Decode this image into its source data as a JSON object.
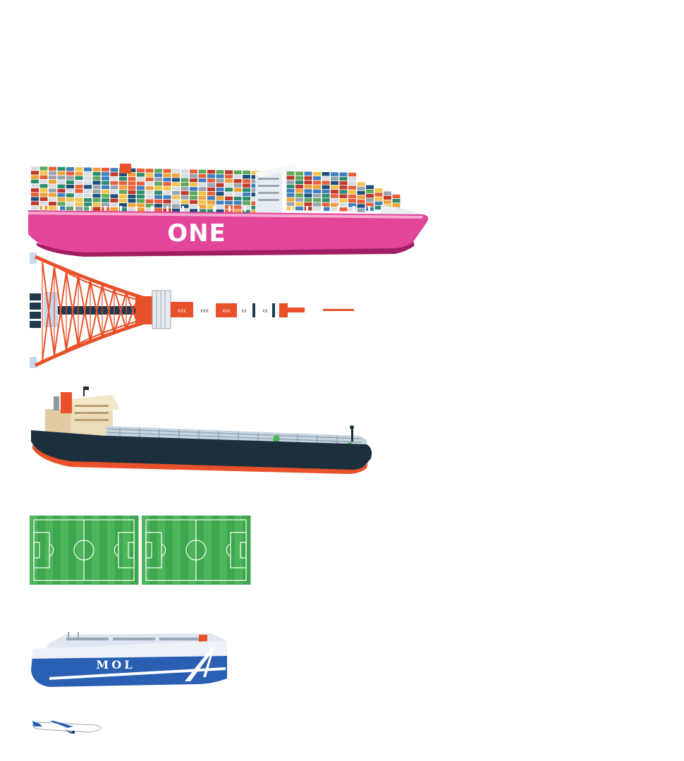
{
  "container_ship": {
    "hull_text": "ONE",
    "hull_color": "#e2459a",
    "container_colors": [
      "#e8603a",
      "#f0a23a",
      "#2e8d6a",
      "#3f7fbf",
      "#d9dde2",
      "#c0392b",
      "#f3c44b",
      "#5fa85b",
      "#1f4f7a",
      "#9aa4ad"
    ]
  },
  "tower": {
    "lattice_color": "#e8512a",
    "base_color": "#1e3a4f",
    "pad_color": "#c9d8ec"
  },
  "tanker": {
    "hull_color": "#1c2f3c",
    "waterline_color": "#e8512a",
    "deck_color": "#c8d4de",
    "superstructure_color": "#e0cba3",
    "funnel_color": "#e8512a"
  },
  "fields": {
    "count": 2,
    "stripe_light": "#4db55a",
    "stripe_dark": "#3ea64c",
    "line_color": "#ffffff"
  },
  "car_carrier": {
    "hull_text": "MOL",
    "upper_color": "#dfe6f1",
    "hull_color": "#2a5fb4",
    "stripe_color": "#ffffff"
  },
  "airplane": {
    "body_color": "#ffffff",
    "tail_color": "#2a5fb4"
  }
}
